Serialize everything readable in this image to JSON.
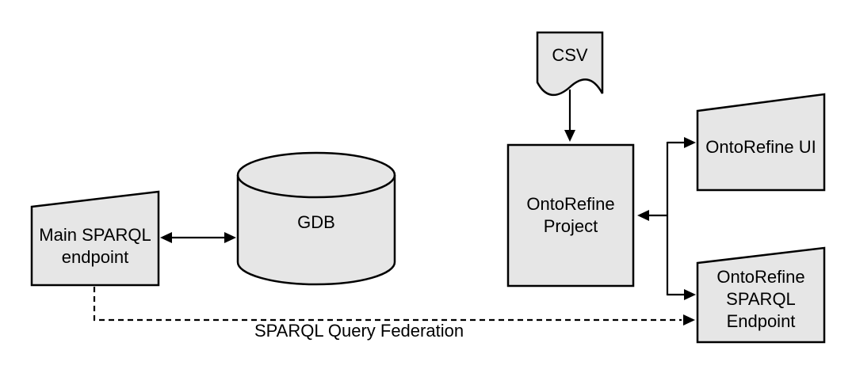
{
  "diagram": {
    "colors": {
      "background": "#ffffff",
      "shape_fill": "#e6e6e6",
      "shape_stroke": "#000000",
      "text": "#000000"
    },
    "nodes": {
      "main_sparql_endpoint": {
        "label": "Main SPARQL\nendpoint",
        "shape": "trapezoid"
      },
      "gdb": {
        "label": "GDB",
        "shape": "cylinder"
      },
      "csv": {
        "label": "CSV",
        "shape": "document"
      },
      "ontorefine_project": {
        "label": "OntoRefine\nProject",
        "shape": "rectangle"
      },
      "ontorefine_ui": {
        "label": "OntoRefine UI",
        "shape": "trapezoid"
      },
      "ontorefine_sparql_endpoint": {
        "label": "OntoRefine\nSPARQL\nEndpoint",
        "shape": "trapezoid"
      }
    },
    "edges": {
      "csv_to_project": {
        "style": "solid-arrow",
        "direction": "down"
      },
      "gdb_main_endpoint": {
        "style": "solid-arrow",
        "direction": "both"
      },
      "project_ui_endpoint_connector": {
        "style": "solid-arrow",
        "direction": "branching"
      },
      "federation": {
        "label": "SPARQL Query Federation",
        "style": "dashed-arrow",
        "direction": "right"
      }
    }
  }
}
